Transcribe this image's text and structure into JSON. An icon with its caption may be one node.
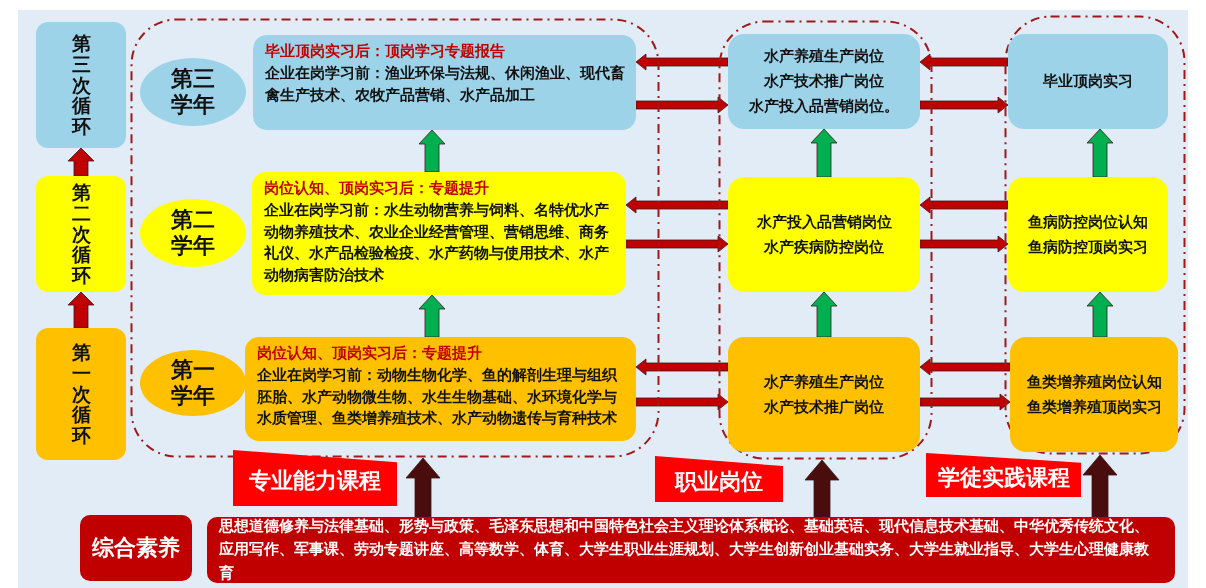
{
  "diagram": {
    "nodes": [
      {
        "text": [
          "第三次循环"
        ]
      },
      {
        "text": [
          "第二次循环"
        ]
      },
      {
        "text": [
          "第一次循环"
        ]
      },
      {
        "text": [
          "专业能力课程"
        ]
      },
      {
        "text": [
          "第三学年"
        ],
        "in": 3
      },
      {
        "text": [
          "毕业顶岗实习后：顶岗学习专题报告",
          "企业在岗学习前：渔业环保与法规、休闲渔业、现代畜禽生产技术、农牧产品营销、水产品加工"
        ],
        "in": 3
      },
      {
        "text": [
          "第二学年"
        ],
        "in": 3
      },
      {
        "text": [
          "岗位认知、顶岗实习后：专题提升",
          "企业在岗学习前：水生动物营养与饲料、名特优水产动物养殖技术、农业企业经营管理、营销思维、商务礼仪、水产品检验检疫、水产药物与使用技术、水产动物病害防治技术"
        ],
        "in": 3
      },
      {
        "text": [
          "第一学年"
        ],
        "in": 3
      },
      {
        "text": [
          "岗位认知、顶岗实习后：专题提升",
          "企业在岗学习前：动物生物化学、鱼的解剖生理与组织胚胎、水产动物微生物、水生生物基础、水环境化学与水质管理、鱼类增养殖技术、水产动物遗传与育种技术"
        ],
        "in": 3
      },
      {
        "text": [
          "职业岗位"
        ]
      },
      {
        "text": [
          "水产养殖生产岗位",
          "水产技术推广岗位",
          "水产投入品营销岗位。"
        ],
        "in": 10
      },
      {
        "text": [
          "水产投入品营销岗位",
          "水产疾病防控岗位"
        ],
        "in": 10
      },
      {
        "text": [
          "水产养殖生产岗位",
          "水产技术推广岗位"
        ],
        "in": 10
      },
      {
        "text": [
          "学徒实践课程"
        ]
      },
      {
        "text": [
          "毕业顶岗实习"
        ],
        "in": 14
      },
      {
        "text": [
          "鱼病防控岗位认知",
          "鱼病防控顶岗实习"
        ],
        "in": 14
      },
      {
        "text": [
          "鱼类增养殖岗位认知",
          "鱼类增养殖顶岗实习"
        ],
        "in": 14
      },
      {
        "text": [
          "综合素养"
        ]
      },
      {
        "text": [
          "思想道德修养与法律基础、形势与政策、毛泽东思想和中国特色社会主义理论体系概论、基础英语、现代信息技术基础、中华优秀传统文化、应用写作、军事课、劳动专题讲座、高等数学、体育、大学生职业生涯规划、大学生创新创业基础实务、大学生就业指导、大学生心理健康教育"
        ]
      }
    ],
    "edges": [
      {
        "from": 2,
        "to": 1,
        "arrow": "to"
      },
      {
        "from": 1,
        "to": 0,
        "arrow": "to"
      },
      {
        "from": 9,
        "to": 7,
        "arrow": "to",
        "color": "#00b050"
      },
      {
        "from": 7,
        "to": 5,
        "arrow": "to",
        "color": "#00b050"
      },
      {
        "from": 13,
        "to": 12,
        "arrow": "to",
        "color": "#00b050"
      },
      {
        "from": 12,
        "to": 11,
        "arrow": "to",
        "color": "#00b050"
      },
      {
        "from": 17,
        "to": 16,
        "arrow": "to",
        "color": "#00b050"
      },
      {
        "from": 16,
        "to": 15,
        "arrow": "to",
        "color": "#00b050"
      },
      {
        "from": 11,
        "to": 5,
        "arrow": "to"
      },
      {
        "from": 5,
        "to": 11,
        "arrow": "to"
      },
      {
        "from": 15,
        "to": 11,
        "arrow": "to"
      },
      {
        "from": 11,
        "to": 15,
        "arrow": "to"
      },
      {
        "from": 12,
        "to": 7,
        "arrow": "to"
      },
      {
        "from": 7,
        "to": 12,
        "arrow": "to"
      },
      {
        "from": 16,
        "to": 12,
        "arrow": "to"
      },
      {
        "from": 12,
        "to": 16,
        "arrow": "to"
      },
      {
        "from": 13,
        "to": 9,
        "arrow": "to"
      },
      {
        "from": 9,
        "to": 13,
        "arrow": "to"
      },
      {
        "from": 17,
        "to": 13,
        "arrow": "to"
      },
      {
        "from": 13,
        "to": 17,
        "arrow": "to"
      },
      {
        "from": 19,
        "to": 3,
        "arrow": "to",
        "color": "#4a0d0d"
      },
      {
        "from": 19,
        "to": 10,
        "arrow": "to",
        "color": "#4a0d0d"
      },
      {
        "from": 19,
        "to": 14,
        "arrow": "to",
        "color": "#4a0d0d"
      }
    ]
  }
}
